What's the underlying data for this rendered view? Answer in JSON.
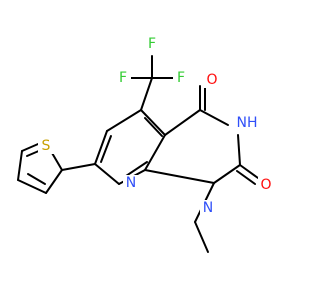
{
  "molecule": {
    "atoms": {
      "f_top": {
        "symbol": "F",
        "color": "#33cc33"
      },
      "f_left": {
        "symbol": "F",
        "color": "#33cc33"
      },
      "f_right": {
        "symbol": "F",
        "color": "#33cc33"
      },
      "o_upper": {
        "symbol": "O",
        "color": "#ff0d0d"
      },
      "nh": {
        "symbol": "NH",
        "color": "#3050f8"
      },
      "o_lower": {
        "symbol": "O",
        "color": "#ff0d0d"
      },
      "n_ring": {
        "symbol": "N",
        "color": "#3050f8"
      },
      "n_ethyl": {
        "symbol": "N",
        "color": "#3050f8"
      },
      "s_thiophene": {
        "symbol": "S",
        "color": "#c8a000"
      }
    }
  }
}
